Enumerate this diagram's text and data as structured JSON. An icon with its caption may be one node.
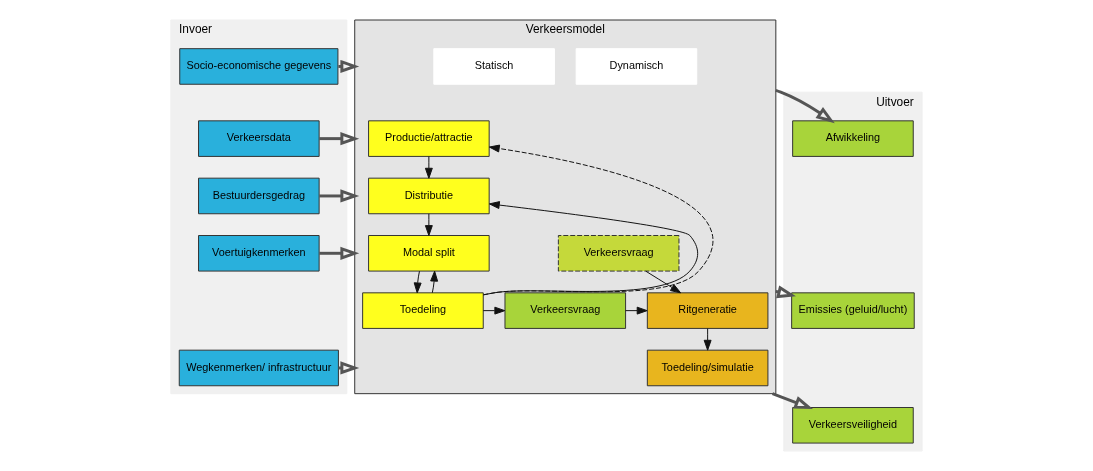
{
  "diagram": {
    "nodes": [
      {
        "text": [
          "Invoer"
        ]
      },
      {
        "text": [
          "Socio-economische gegevens"
        ],
        "in": 0
      },
      {
        "text": [
          "Verkeersdata"
        ],
        "in": 0
      },
      {
        "text": [
          "Bestuurdersgedrag"
        ],
        "in": 0
      },
      {
        "text": [
          "Voertuigkenmerken"
        ],
        "in": 0
      },
      {
        "text": [
          "Wegkenmerken/ infrastructuur"
        ],
        "in": 0
      },
      {
        "text": [
          "Verkeersmodel"
        ]
      },
      {
        "text": [
          "Statisch"
        ],
        "in": 6
      },
      {
        "text": [
          "Dynamisch"
        ],
        "in": 6
      },
      {
        "text": [
          "Productie/attractie"
        ],
        "in": 6
      },
      {
        "text": [
          "Distributie"
        ],
        "in": 6
      },
      {
        "text": [
          "Modal split"
        ],
        "in": 6
      },
      {
        "text": [
          "Toedeling"
        ],
        "in": 6
      },
      {
        "text": [
          "Verkeersvraag"
        ],
        "in": 6
      },
      {
        "text": [
          "Verkeersvraag"
        ],
        "in": 6
      },
      {
        "text": [
          "Ritgeneratie"
        ],
        "in": 6
      },
      {
        "text": [
          "Toedeling/simulatie"
        ],
        "in": 6
      },
      {
        "text": [
          "Uitvoer"
        ]
      },
      {
        "text": [
          "Afwikkeling"
        ],
        "in": 17
      },
      {
        "text": [
          "Emissies (geluid/lucht)"
        ],
        "in": 17
      },
      {
        "text": [
          "Verkeersveiligheid"
        ],
        "in": 17
      }
    ],
    "edges": [
      {
        "from": 1,
        "to": 6,
        "arrow": "to",
        "style": "thick"
      },
      {
        "from": 2,
        "to": 6,
        "arrow": "to",
        "style": "thick"
      },
      {
        "from": 3,
        "to": 6,
        "arrow": "to",
        "style": "thick"
      },
      {
        "from": 4,
        "to": 6,
        "arrow": "to",
        "style": "thick"
      },
      {
        "from": 5,
        "to": 6,
        "arrow": "to",
        "style": "thick"
      },
      {
        "from": 6,
        "to": 18,
        "arrow": "to",
        "style": "thick"
      },
      {
        "from": 6,
        "to": 19,
        "arrow": "to",
        "style": "thick"
      },
      {
        "from": 6,
        "to": 20,
        "arrow": "to",
        "style": "thick"
      },
      {
        "from": 9,
        "to": 10,
        "arrow": "to"
      },
      {
        "from": 10,
        "to": 11,
        "arrow": "to"
      },
      {
        "from": 11,
        "to": 12,
        "arrow": "to"
      },
      {
        "from": 12,
        "to": 10,
        "arrow": "to"
      },
      {
        "from": 12,
        "to": 11,
        "arrow": "to"
      },
      {
        "from": 12,
        "to": 9,
        "arrow": "to",
        "style": "dashed"
      },
      {
        "from": 12,
        "to": 13,
        "arrow": "to"
      },
      {
        "from": 13,
        "to": 15,
        "arrow": "to"
      },
      {
        "from": 14,
        "to": 15,
        "arrow": "to"
      },
      {
        "from": 15,
        "to": 16,
        "arrow": "to"
      }
    ]
  }
}
